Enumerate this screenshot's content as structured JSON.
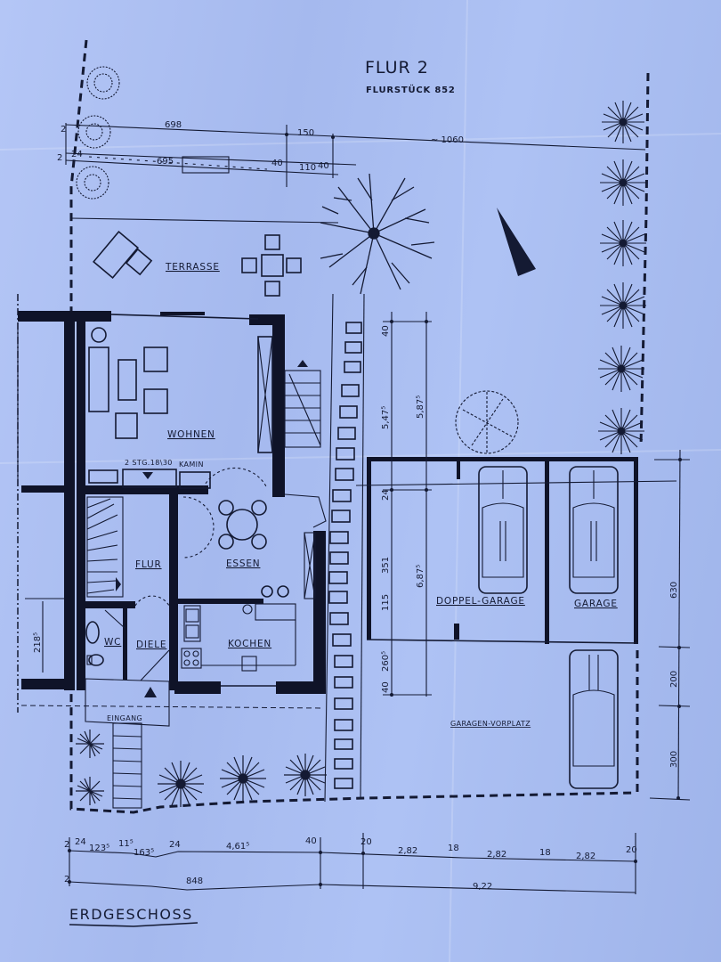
{
  "header": {
    "title": "FLUR 2",
    "subtitle": "FLURSTÜCK 852"
  },
  "plan": {
    "title": "ERDGESCHOSS"
  },
  "rooms": {
    "terrasse": "TERRASSE",
    "wohnen": "WOHNEN",
    "stair_note": "2 STG.18\\30",
    "kamin": "KAMIN",
    "flur": "FLUR",
    "essen": "ESSEN",
    "wc": "WC",
    "diele": "DIELE",
    "kochen": "KOCHEN",
    "eingang": "EINGANG",
    "doppel_garage": "DOPPEL-GARAGE",
    "garage": "GARAGE",
    "garagen_vorplatz": "GARAGEN-VORPLATZ"
  },
  "dimensions": {
    "top": {
      "d698": "698",
      "d150": "150",
      "d1060": "~ 1060",
      "d695": "695",
      "d40a": "40",
      "d110": "110",
      "d40b": "40",
      "d2a": "2",
      "d2b": "2",
      "d24": "24"
    },
    "garage_vertical": {
      "d40_top": "40",
      "d547": "5,47⁵",
      "d587": "5,87⁵",
      "d24": "24",
      "d351": "351",
      "d687": "6,87⁵",
      "d115": "115",
      "d260": "260⁵",
      "d40_bottom": "40"
    },
    "right_vertical": {
      "d630": "630",
      "d200": "200",
      "d300": "300"
    },
    "left_vertical": {
      "d218": "218⁵"
    },
    "bottom_row1": [
      "2",
      "24",
      "123⁵",
      "11⁵",
      "163⁵",
      "24",
      "4,61⁵",
      "40",
      "20",
      "2,82",
      "18",
      "2,82",
      "18",
      "2,82",
      "20"
    ],
    "bottom_row2": {
      "d2": "2",
      "d848": "848",
      "d922": "9,22"
    }
  },
  "colors": {
    "paper": "#a9bdf0",
    "ink": "#141a33"
  }
}
